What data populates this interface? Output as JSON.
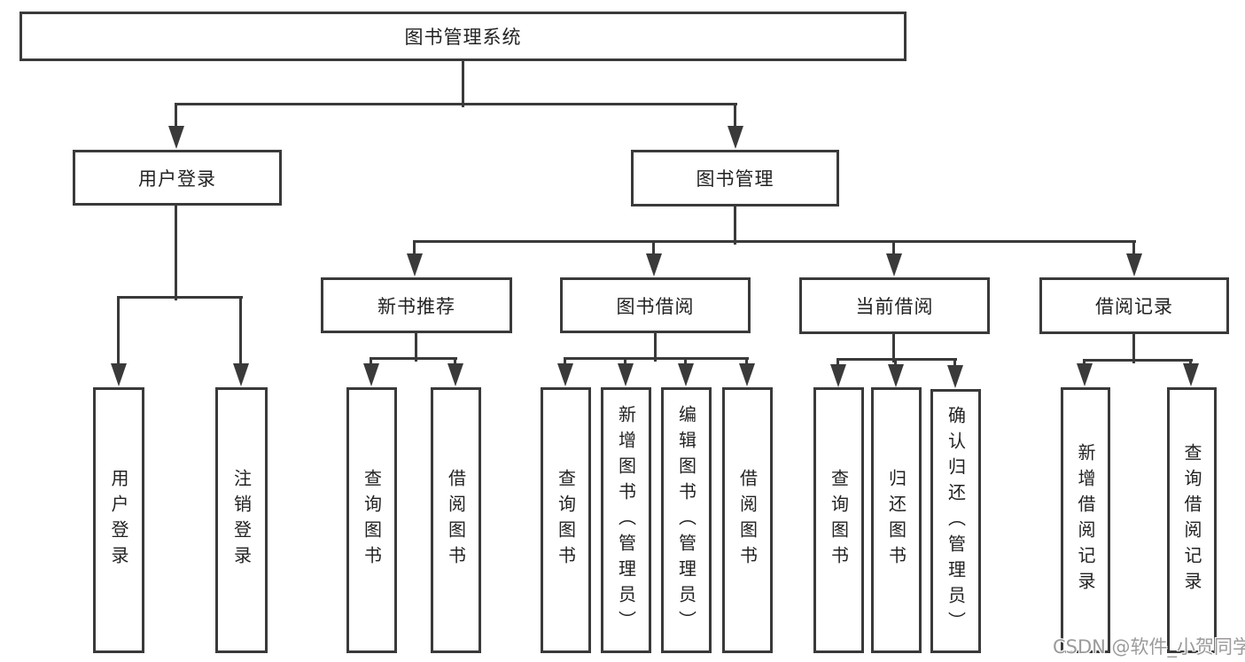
{
  "diagram": {
    "colors": {
      "line": "#3a3a3a",
      "box_background": "#ffffff",
      "text": "#222222",
      "watermark": "#9c9a9a"
    },
    "nodes": {
      "root": {
        "label": "图书管理系统"
      },
      "branches": [
        {
          "label": "用户登录"
        },
        {
          "label": "图书管理"
        }
      ],
      "modules": [
        {
          "label": "新书推荐"
        },
        {
          "label": "图书借阅"
        },
        {
          "label": "当前借阅"
        },
        {
          "label": "借阅记录"
        }
      ],
      "leaves": [
        {
          "label": "用户登录"
        },
        {
          "label": "注销登录"
        },
        {
          "label": "查询图书"
        },
        {
          "label": "借阅图书"
        },
        {
          "label": "查询图书"
        },
        {
          "label": "新增图书（管理员）"
        },
        {
          "label": "编辑图书（管理员）"
        },
        {
          "label": "借阅图书"
        },
        {
          "label": "查询图书"
        },
        {
          "label": "归还图书"
        },
        {
          "label": "确认归还（管理员）"
        },
        {
          "label": "新增借阅记录"
        },
        {
          "label": "查询借阅记录"
        }
      ]
    },
    "watermark": {
      "text": "CSDN @软件_小贺同学"
    }
  }
}
